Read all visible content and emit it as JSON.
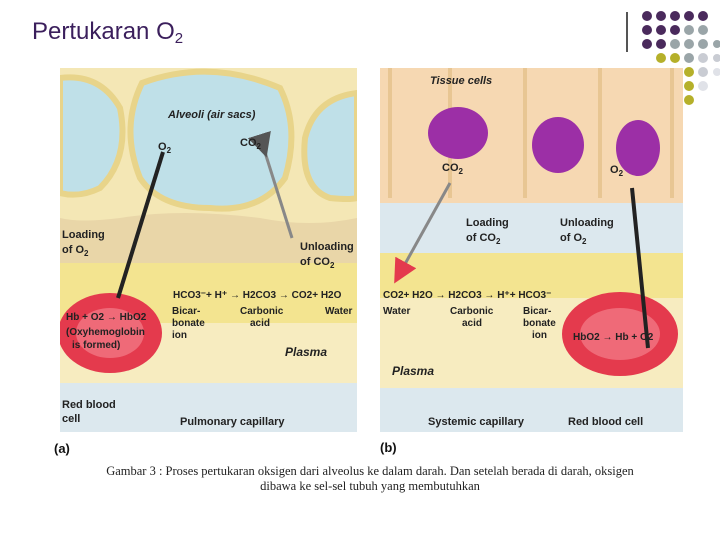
{
  "title": {
    "main": "Pertukaran O",
    "sub": "2"
  },
  "panel_a": {
    "label": "(a)",
    "alveoli": "Alveoli (air sacs)",
    "o2": "O",
    "o2_sub": "2",
    "co2": "CO",
    "co2_sub": "2",
    "loading_1": "Loading",
    "loading_2": "of O",
    "loading_sub": "2",
    "unloading_1": "Unloading",
    "unloading_2": "of CO",
    "unloading_sub": "2",
    "equation": "HCO3⁻+ H⁺ → H2CO3 → CO2+ H2O",
    "bicarbonate_1": "Bicar-",
    "bicarbonate_2": "bonate",
    "bicarbonate_3": "ion",
    "carbonic_1": "Carbonic",
    "carbonic_2": "acid",
    "water": "Water",
    "rbc_eq": "Hb + O2 → HbO2",
    "oxy_1": "(Oxyhemoglobin",
    "oxy_2": "is formed)",
    "plasma": "Plasma",
    "rbc_label_1": "Red blood",
    "rbc_label_2": "cell",
    "capillary": "Pulmonary capillary"
  },
  "panel_b": {
    "label": "(b)",
    "tissue": "Tissue cells",
    "co2": "CO",
    "co2_sub": "2",
    "o2": "O",
    "o2_sub": "2",
    "loading_1": "Loading",
    "loading_2": "of CO",
    "loading_sub": "2",
    "unloading_1": "Unloading",
    "unloading_2": "of O",
    "unloading_sub": "2",
    "equation": "CO2+ H2O → H2CO3 → H⁺+ HCO3⁻",
    "water": "Water",
    "carbonic_1": "Carbonic",
    "carbonic_2": "acid",
    "bicarbonate_1": "Bicar-",
    "bicarbonate_2": "bonate",
    "bicarbonate_3": "ion",
    "rbc_eq": "HbO2 → Hb + O2",
    "plasma": "Plasma",
    "capillary": "Systemic capillary",
    "rbc_label": "Red blood cell"
  },
  "caption": {
    "line1": "Gambar 3 : Proses pertukaran oksigen dari alveolus ke dalam darah. Dan setelah berada di darah, oksigen",
    "line2": "dibawa ke sel-sel tubuh yang membutuhkan"
  },
  "colors": {
    "title": "#3b1f5c",
    "dot_purple": "#4a2a5c",
    "dot_gray": "#9aa5a8",
    "dot_olive": "#b5b02a"
  }
}
